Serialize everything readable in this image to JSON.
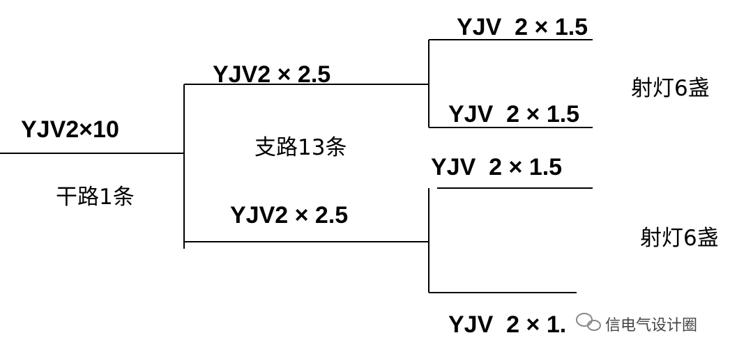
{
  "trunk": {
    "cable": "YJV2×10",
    "label": "干路1条"
  },
  "branch_count_label": "支路13条",
  "branches": [
    {
      "cable": "YJV2 × 2.5"
    },
    {
      "cable": "YJV2 × 2.5"
    }
  ],
  "sub_branches": [
    {
      "cable": "YJV  2 × 1.5"
    },
    {
      "cable": "YJV  2 × 1.5"
    },
    {
      "cable": "YJV  2 × 1.5"
    },
    {
      "cable": "YJV  2 × 1."
    }
  ],
  "groups": [
    {
      "label": "射灯6盏"
    },
    {
      "label": "射灯6盏"
    }
  ],
  "watermark": {
    "text": "信电气设计圈",
    "icon": "wechat-icon"
  }
}
